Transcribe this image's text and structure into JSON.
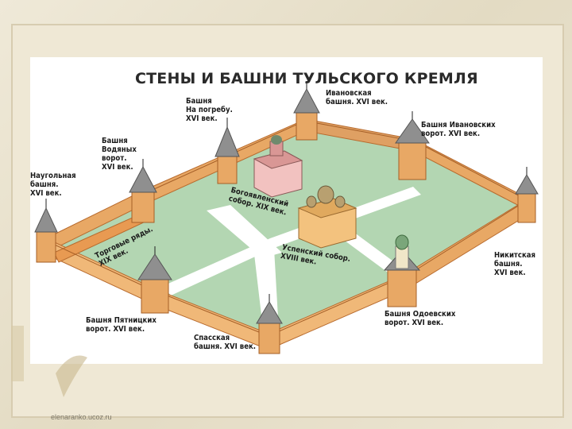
{
  "title": "СТЕНЫ И БАШНИ ТУЛЬСКОГО КРЕМЛЯ",
  "labels": {
    "na_pogrebu": "Башня\nНа погребу.\nXVI век.",
    "ivanovskaya": "Ивановская\nбашня. XVI век.",
    "ivanovskih_vorot": "Башня Ивановских\nворот. XVI век.",
    "vodyanyh": "Башня\nВодяных\nворот.\nXVI век.",
    "naugolnaya": "Наугольная\nбашня.\nXVI век.",
    "bogoyavlenskiy": "Богоявленский\nсобор. XIX век.",
    "torgovye_ryady": "Торговые ряды.\nXIX век.",
    "uspenskiy": "Успенский собор.\nXVIII век.",
    "nikitskaya": "Никитская\nбашня.\nXVI век.",
    "pyatnitskih": "Башня Пятницких\nворот. XVI век.",
    "odoevskih": "Башня Одоевских\nворот. XVI век.",
    "spasskaya": "Спасская\nбашня. XVI век."
  },
  "footer": "elenaranko.ucoz.ru",
  "colors": {
    "wall": "#e8a865",
    "wall_dark": "#c57a3b",
    "ground": "#b3d6b2",
    "path": "#ffffff",
    "roof": "#8f8f8f"
  }
}
